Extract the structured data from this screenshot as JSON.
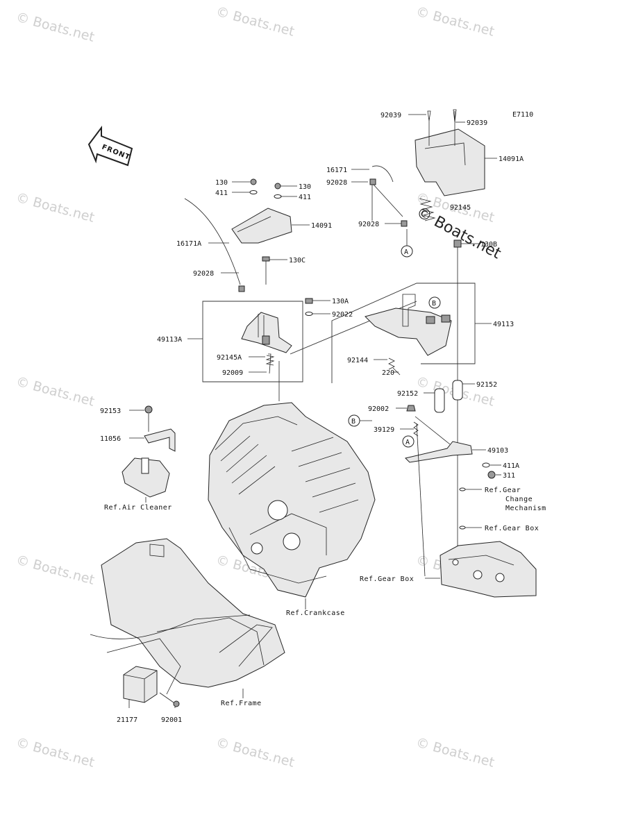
{
  "diagram_code": "E7110",
  "front_label": "FRONT",
  "watermark": "© Boats.net",
  "callouts": {
    "c_a1": "A",
    "c_a2": "A",
    "c_b1": "B",
    "c_b2": "B"
  },
  "labels": {
    "p92039a": "92039",
    "p92039b": "92039",
    "p14091A": "14091A",
    "p16171": "16171",
    "p92028a": "92028",
    "p130a": "130",
    "p130b": "130",
    "p411a": "411",
    "p411b": "411",
    "p14091": "14091",
    "p92028b": "92028",
    "p92145": "92145",
    "p16171A": "16171A",
    "p130B": "130B",
    "p130C": "130C",
    "p92028c": "92028",
    "p130A": "130A",
    "p92022": "92022",
    "p49113A": "49113A",
    "p49113": "49113",
    "p92145A": "92145A",
    "p92144": "92144",
    "p92009": "92009",
    "p220": "220",
    "p92152a": "92152",
    "p92152b": "92152",
    "p92153": "92153",
    "p92002": "92002",
    "p11056": "11056",
    "p39129": "39129",
    "p49103": "49103",
    "p411A": "411A",
    "p311": "311",
    "p21177": "21177",
    "p92001": "92001"
  },
  "references": {
    "ref_air_cleaner": "Ref.Air Cleaner",
    "ref_gear_change_1": "Ref.Gear",
    "ref_gear_change_2": "Change",
    "ref_gear_change_3": "Mechanism",
    "ref_gear_box_1": "Ref.Gear Box",
    "ref_gear_box_2": "Ref.Gear Box",
    "ref_crankcase": "Ref.Crankcase",
    "ref_frame": "Ref.Frame"
  }
}
